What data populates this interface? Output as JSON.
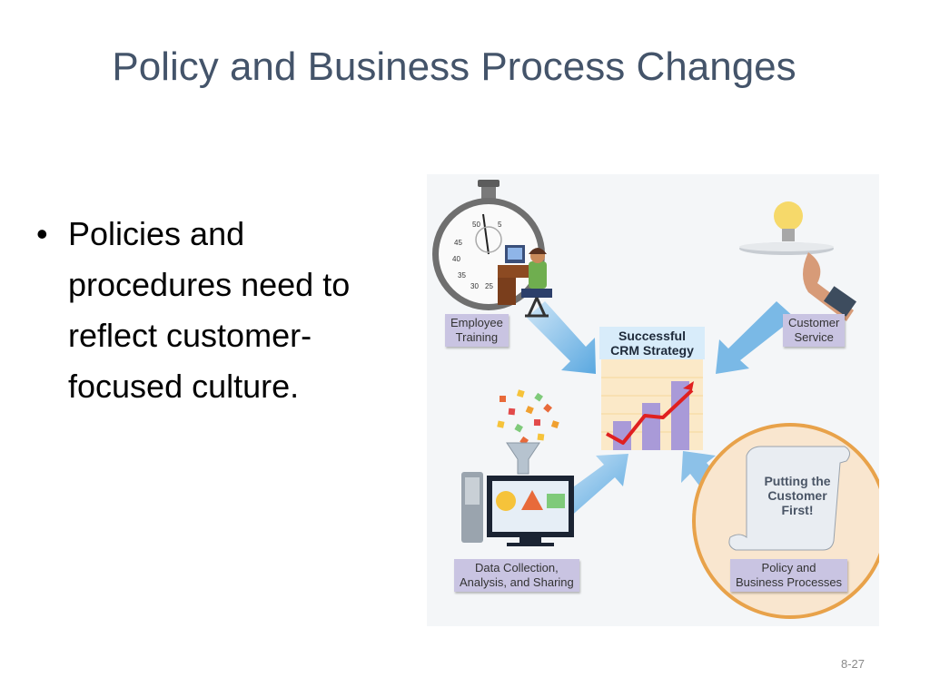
{
  "slide": {
    "title": "Policy and Business Process Changes",
    "bullet_symbol": "•",
    "bullet_text": "Policies and procedures need to reflect customer-focused culture.",
    "slide_number": "8-27"
  },
  "figure": {
    "center_label_line1": "Successful",
    "center_label_line2": "CRM Strategy",
    "employee_training_line1": "Employee",
    "employee_training_line2": "Training",
    "customer_service_line1": "Customer",
    "customer_service_line2": "Service",
    "data_collection_line1": "Data Collection,",
    "data_collection_line2": "Analysis, and Sharing",
    "policy_line1": "Policy and",
    "policy_line2": "Business Processes",
    "scroll_line1": "Putting the",
    "scroll_line2": "Customer",
    "scroll_line3": "First!",
    "stopwatch_ticks": [
      "50",
      "5",
      "45",
      "40",
      "35",
      "30",
      "25"
    ],
    "colors": {
      "arrow": "#6ab2e4",
      "label_bg": "#c9c4e2",
      "circle_border": "#e8a24a",
      "circle_fill": "#f9e6cf",
      "chart_bar": "#a99ad8",
      "chart_line": "#e02020"
    }
  }
}
